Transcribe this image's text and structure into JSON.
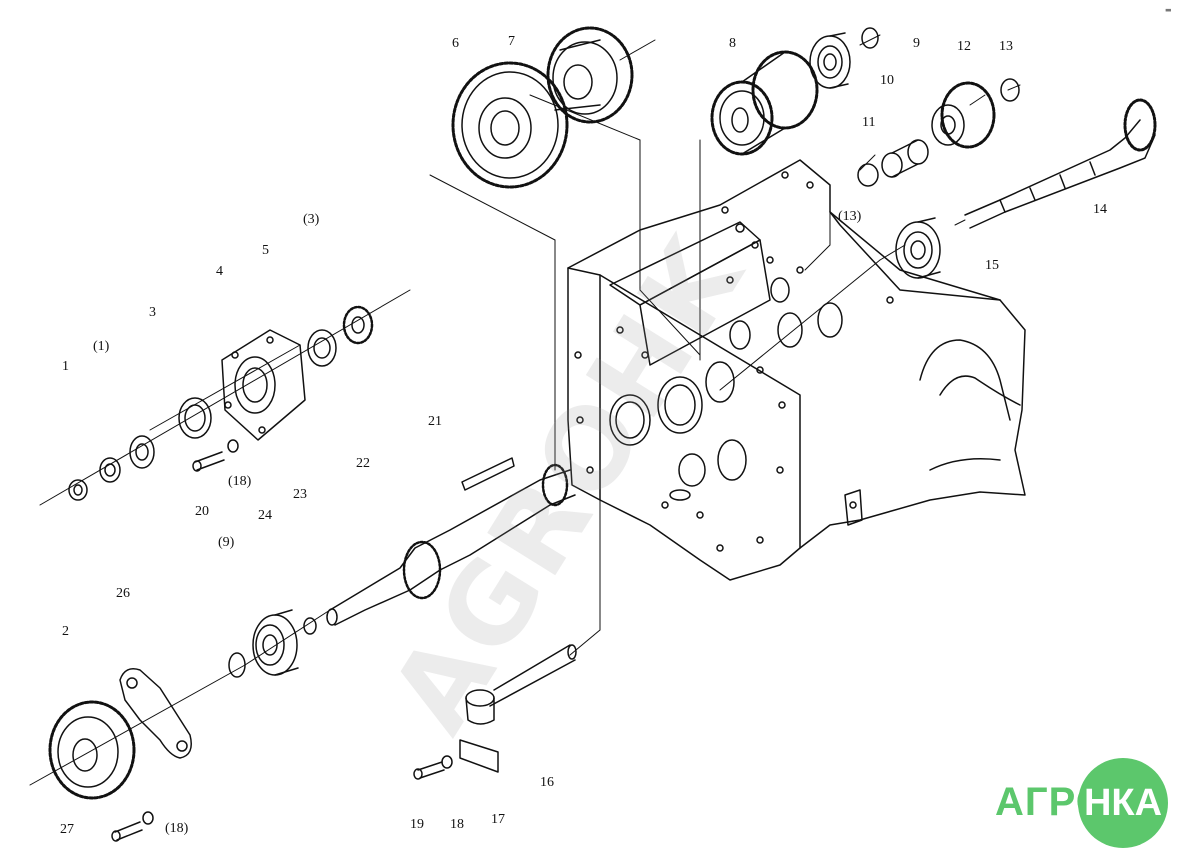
{
  "corner_mark": "▬",
  "watermark": "AGROHK",
  "logo": {
    "left": "АГРО",
    "right": "НКА",
    "color": "#5cc76c"
  },
  "callouts": {
    "c1": "1",
    "c1p": "(1)",
    "c2": "2",
    "c3": "3",
    "c3p": "(3)",
    "c4": "4",
    "c5": "5",
    "c6": "6",
    "c7": "7",
    "c8": "8",
    "c9": "9",
    "c9p": "(9)",
    "c10": "10",
    "c11": "11",
    "c12": "12",
    "c13": "13",
    "c13p": "(13)",
    "c14": "14",
    "c15": "15",
    "c16": "16",
    "c17": "17",
    "c18a": "(18)",
    "c18b": "18",
    "c18c": "(18)",
    "c19": "19",
    "c20": "20",
    "c21": "21",
    "c22": "22",
    "c23": "23",
    "c24": "24",
    "c26": "26",
    "c27": "27"
  }
}
